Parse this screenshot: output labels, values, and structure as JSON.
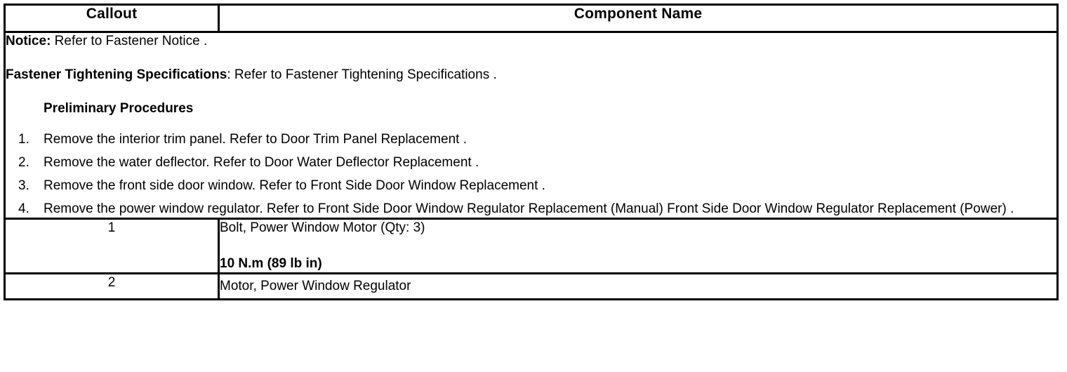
{
  "table": {
    "headers": {
      "callout": "Callout",
      "component_name": "Component Name"
    },
    "procedures_block": {
      "notice_label": "Notice:",
      "notice_text": " Refer to Fastener Notice .",
      "fastener_label": "Fastener Tightening Specifications",
      "fastener_text": ": Refer to Fastener Tightening Specifications .",
      "preliminary_heading": "Preliminary Procedures",
      "steps": [
        {
          "num": "1.",
          "text": "Remove the interior trim panel. Refer to Door Trim Panel Replacement ."
        },
        {
          "num": "2.",
          "text": "Remove the water deflector. Refer to Door Water Deflector Replacement ."
        },
        {
          "num": "3.",
          "text": "Remove the front side door window. Refer to Front Side Door Window Replacement ."
        },
        {
          "num": "4.",
          "text": "Remove the power window regulator. Refer to Front Side Door Window Regulator Replacement (Manual) Front Side Door Window Regulator Replacement (Power) ."
        }
      ]
    },
    "rows": [
      {
        "callout": "1",
        "description": "Bolt, Power Window Motor (Qty: 3)",
        "torque": "10 N.m (89 lb in)"
      },
      {
        "callout": "2",
        "description": "Motor, Power Window Regulator",
        "torque": ""
      }
    ]
  },
  "colors": {
    "border": "#000000",
    "text": "#000000",
    "background": "#ffffff"
  }
}
